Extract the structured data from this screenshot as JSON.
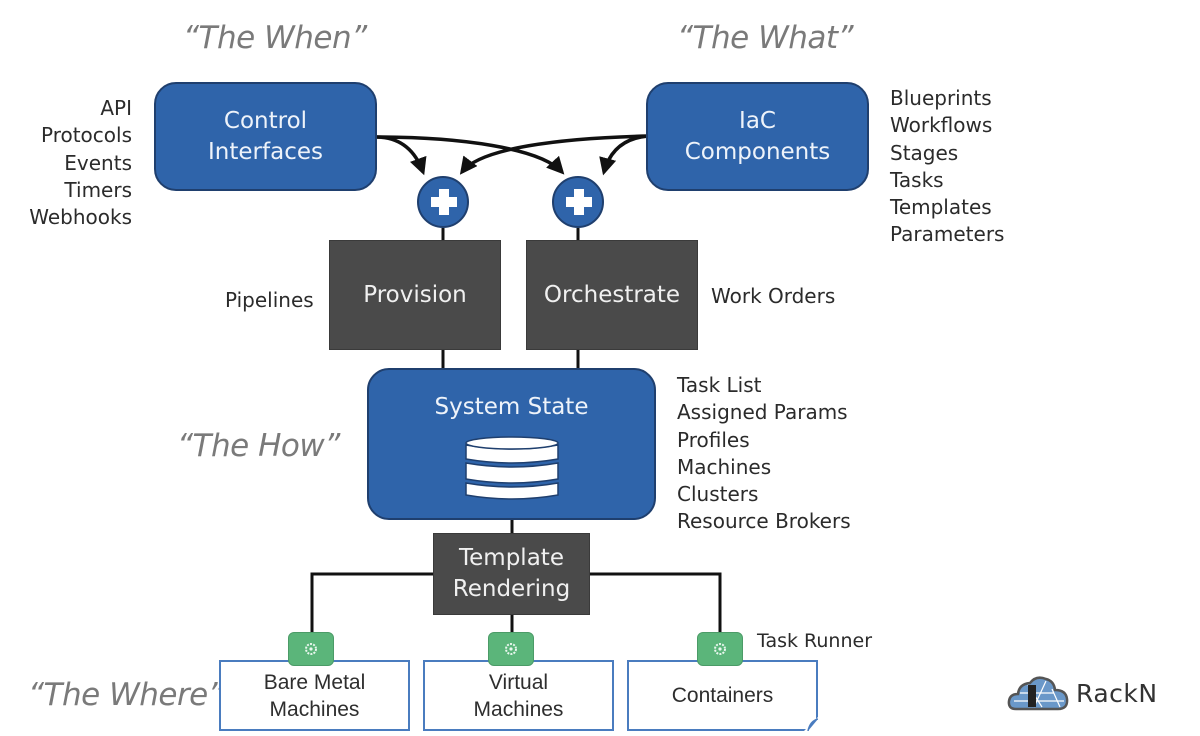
{
  "headings": {
    "when": "“The When”",
    "what": "“The What”",
    "how": "“The How”",
    "where": "“The Where”"
  },
  "control_interfaces": {
    "line1": "Control",
    "line2": "Interfaces",
    "items": [
      "API",
      "Protocols",
      "Events",
      "Timers",
      "Webhooks"
    ]
  },
  "iac_components": {
    "line1": "IaC",
    "line2": "Components",
    "items": [
      "Blueprints",
      "Workflows",
      "Stages",
      "Tasks",
      "Templates",
      "Parameters"
    ]
  },
  "junctions": [
    {
      "icon": "plus-icon"
    },
    {
      "icon": "plus-icon"
    }
  ],
  "provision": {
    "label": "Provision",
    "side_label": "Pipelines"
  },
  "orchestrate": {
    "label": "Orchestrate",
    "side_label": "Work Orders"
  },
  "system_state": {
    "label": "System State",
    "icon": "database-icon",
    "items": [
      "Task List",
      "Assigned Params",
      "Profiles",
      "Machines",
      "Clusters",
      "Resource Brokers"
    ]
  },
  "template_rendering": {
    "line1": "Template",
    "line2": "Rendering"
  },
  "targets": [
    {
      "line1": "Bare Metal",
      "line2": "Machines",
      "icon": "gear-icon"
    },
    {
      "line1": "Virtual",
      "line2": "Machines",
      "icon": "gear-icon"
    },
    {
      "line1": "Containers",
      "line2": "",
      "icon": "gear-icon"
    }
  ],
  "task_runner_label": "Task Runner",
  "logo": {
    "text": "RackN",
    "icon": "cloud-logo-icon"
  },
  "colors": {
    "blue": "#2f64aa",
    "grey": "#4a4a4a",
    "green": "#5bb57a",
    "target_border": "#4a7cbf"
  }
}
